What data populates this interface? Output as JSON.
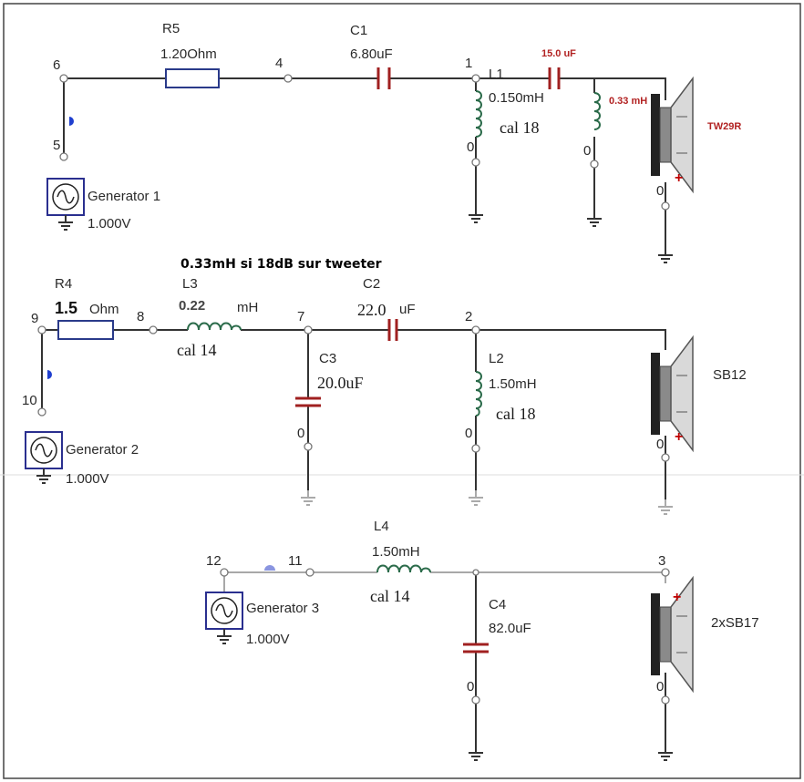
{
  "circuit1": {
    "nodes": {
      "n6": "6",
      "n4": "4",
      "n1": "1",
      "n5": "5",
      "n0a": "0",
      "n0b": "0",
      "n0c": "0"
    },
    "r5": {
      "name": "R5",
      "value": "1.20Ohm"
    },
    "c1": {
      "name": "C1",
      "value": "6.80uF"
    },
    "l1": {
      "name": "L1",
      "value": "0.150mH",
      "note": "cal 18"
    },
    "cap_extra": {
      "value": "15.0 uF"
    },
    "ind_extra": {
      "value": "0.33 mH"
    },
    "speaker": {
      "name": "TW29R"
    },
    "generator": {
      "name": "Generator 1",
      "voltage": "1.000V"
    }
  },
  "circuit2": {
    "title": "0.33mH si 18dB sur tweeter",
    "nodes": {
      "n9": "9",
      "n8": "8",
      "n7": "7",
      "n2": "2",
      "n10": "10",
      "n0a": "0",
      "n0b": "0",
      "n0c": "0"
    },
    "r4": {
      "name": "R4",
      "value": "1.5",
      "unit": "Ohm"
    },
    "l3": {
      "name": "L3",
      "value": "0.22",
      "unit": "mH",
      "note": "cal 14"
    },
    "c2": {
      "name": "C2",
      "value": "22.0",
      "unit": "uF"
    },
    "c3": {
      "name": "C3",
      "value": "20.0uF"
    },
    "l2": {
      "name": "L2",
      "value": "1.50mH",
      "note": "cal 18"
    },
    "speaker": {
      "name": "SB12"
    },
    "generator": {
      "name": "Generator 2",
      "voltage": "1.000V"
    }
  },
  "circuit3": {
    "nodes": {
      "n12": "12",
      "n11": "11",
      "n3": "3",
      "n0a": "0",
      "n0b": "0"
    },
    "l4": {
      "name": "L4",
      "value": "1.50mH",
      "note": "cal 14"
    },
    "c4": {
      "name": "C4",
      "value": "82.0uF"
    },
    "speaker": {
      "name": "2xSB17"
    },
    "generator": {
      "name": "Generator 3",
      "voltage": "1.000V"
    }
  }
}
